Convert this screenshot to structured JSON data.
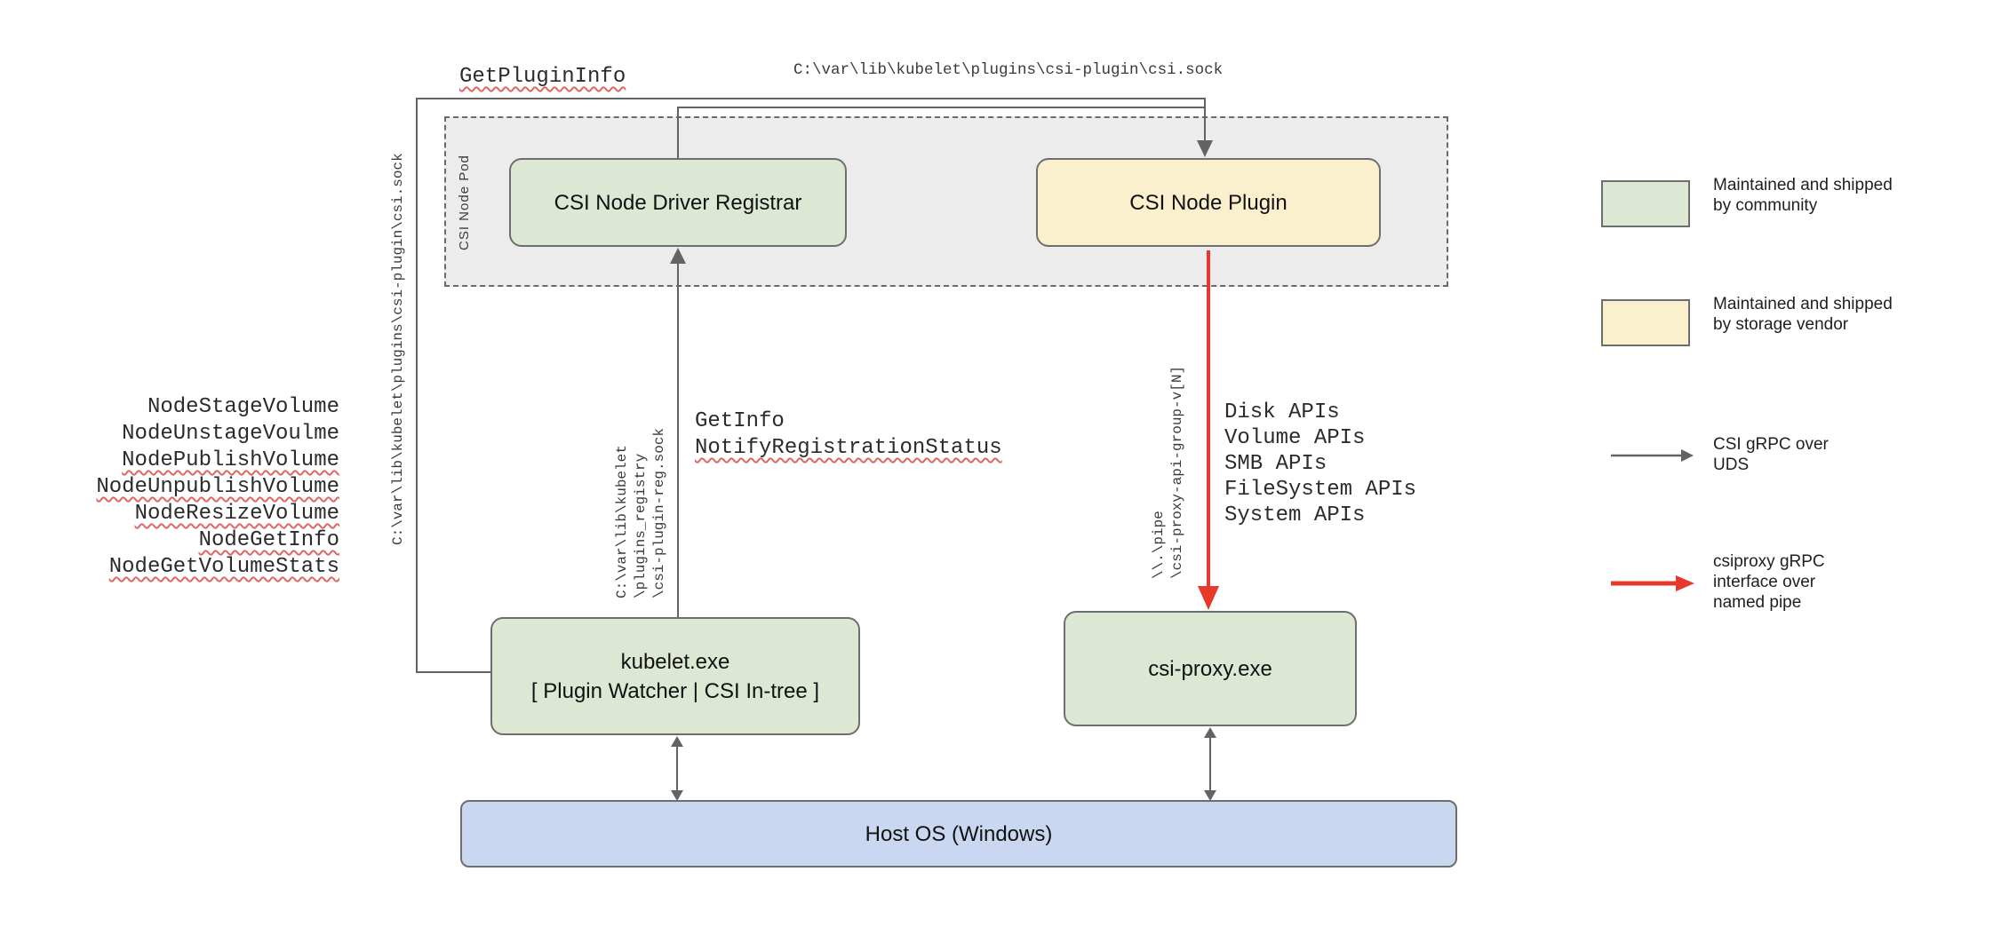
{
  "colors": {
    "community-green": "#dce8d4",
    "vendor-yellow": "#fbf0cd",
    "host-blue": "#c9d8f0",
    "pod-gray": "#ececec",
    "line-gray": "#636363",
    "pipe-red": "#e6382b",
    "squiggle-red": "#e06666"
  },
  "labels": {
    "get_plugin_info": "GetPluginInfo",
    "csi_sock_path_top": "C:\\var\\lib\\kubelet\\plugins\\csi-plugin\\csi.sock",
    "csi_sock_path_left": "C:\\var\\lib\\kubelet\\plugins\\csi-plugin\\csi.sock",
    "get_info": "GetInfo",
    "notify_registration_status": "NotifyRegistrationStatus"
  },
  "node_calls": [
    {
      "label": "NodeStageVolume",
      "squiggle": false
    },
    {
      "label": "NodeUnstageVoulme",
      "squiggle": false
    },
    {
      "label": "NodePublishVolume",
      "squiggle": true
    },
    {
      "label": "NodeUnpublishVolume",
      "squiggle": true
    },
    {
      "label": "NodeResizeVolume",
      "squiggle": true
    },
    {
      "label": "NodeGetInfo",
      "squiggle": true
    },
    {
      "label": "NodeGetVolumeStats",
      "squiggle": true
    }
  ],
  "registry_path_lines": [
    "C:\\var\\lib\\kubelet",
    "\\plugins_registry",
    "\\csi-plugin-reg.sock"
  ],
  "pipe_path_lines": [
    "\\\\.\\pipe",
    "\\csi-proxy-api-group-v[N]"
  ],
  "api_calls": [
    "Disk APIs",
    "Volume APIs",
    "SMB APIs",
    "FileSystem APIs",
    "System APIs"
  ],
  "boxes": {
    "pod_label": "CSI Node Pod",
    "registrar": "CSI Node Driver Registrar",
    "plugin": "CSI Node Plugin",
    "kubelet_line1": "kubelet.exe",
    "kubelet_line2": "[ Plugin Watcher | CSI In-tree ]",
    "csi_proxy": "csi-proxy.exe",
    "host_os": "Host OS (Windows)"
  },
  "legend": {
    "items": [
      {
        "kind": "swatch",
        "color": "#dce8d4",
        "lines": [
          "Maintained and shipped",
          "by community"
        ]
      },
      {
        "kind": "swatch",
        "color": "#fbf0cd",
        "lines": [
          "Maintained and shipped",
          "by storage vendor"
        ]
      },
      {
        "kind": "arrow",
        "color": "#636363",
        "lines": [
          "CSI gRPC over",
          "UDS"
        ]
      },
      {
        "kind": "arrow",
        "color": "#e6382b",
        "lines": [
          "csiproxy gRPC",
          "interface over",
          "named pipe"
        ]
      }
    ]
  }
}
